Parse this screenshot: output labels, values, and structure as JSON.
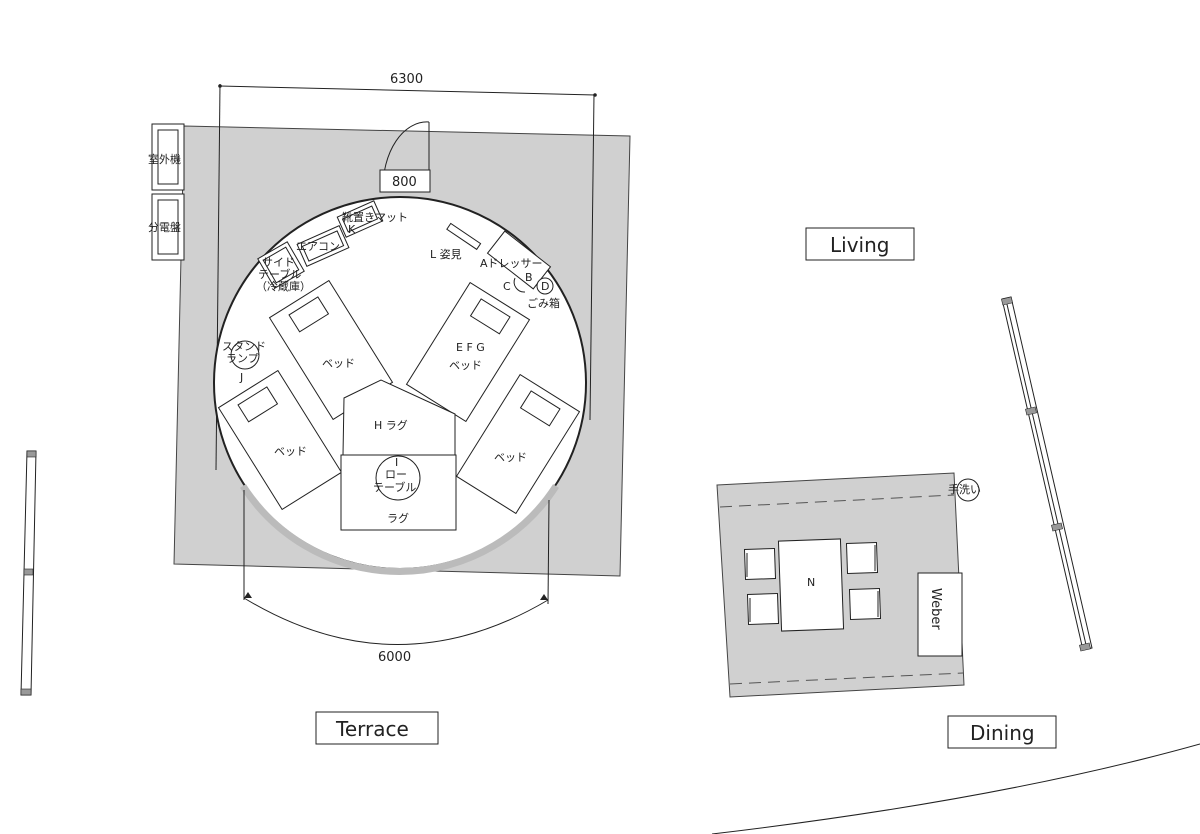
{
  "dimensions": {
    "width_label": "6300",
    "door_label": "800",
    "arc_label": "6000"
  },
  "outside": {
    "outdoor_unit": "室外機",
    "panel": "分電盤"
  },
  "furniture": {
    "shoe_mat": "靴置きマット",
    "shoe_mat_letter": "K",
    "aircon": "エアコン",
    "side_table_1": "サイド",
    "side_table_2": "テーブル",
    "side_table_3": "（冷蔵庫）",
    "mirror": "L 姿見",
    "dresser": "Aドレッサー",
    "letter_b": "B",
    "letter_c": "C",
    "letter_d": "D",
    "trash": "ごみ箱",
    "lamp_1": "スタンド",
    "lamp_2": "ランプ",
    "lamp_letter": "J",
    "bed": "ベッド",
    "efg": "E F G",
    "rug_h": "H ラグ",
    "low_table_letter": "I",
    "low_table_1": "ロー",
    "low_table_2": "テーブル",
    "rug": "ラグ"
  },
  "areas": {
    "living": "Living",
    "terrace": "Terrace",
    "dining": "Dining"
  },
  "dining": {
    "handwash": "手洗い",
    "table_letter": "N",
    "grill": "Weber"
  }
}
